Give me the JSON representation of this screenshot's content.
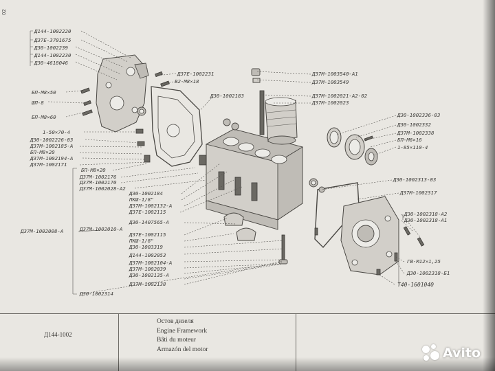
{
  "sheet_code": "Д144-1002",
  "side_mark": "02",
  "titles": {
    "ru": "Остов дизеля",
    "en": "Engine Framework",
    "fr": "Bâti du moteur",
    "es": "Armazón del motor"
  },
  "labels": [
    "Д144-1002220",
    "Д37Е-3701675",
    "Д30-1002239",
    "Д144-1002230",
    "Д30-4618046",
    "Д37Е-1002231",
    "В2-М8×18",
    "Д30-1002183",
    "Д37М-1003540-А1",
    "Д37М-1003549",
    "Д37М-1002021-А2-02",
    "Д37М-1002023",
    "БП-М8×50",
    "ШП-8",
    "БП-М8×60",
    "1-50×70-4",
    "Д30-1002226-03",
    "Д37М-1002185-А",
    "БП-М8×20",
    "Д37М-1002194-А",
    "Д37М-1002171",
    "БП-М8×20",
    "Д37М-1002176",
    "Д37М-1002170",
    "Д37М-1002028-А2",
    "Д30-1002336-03",
    "Д30-1002332",
    "Д37М-1002338",
    "БП-М6×16",
    "1-85×110-4",
    "Д30-1002313-03",
    "Д37М-1002317",
    "Д30-1002184",
    "ПКШ-1/8\"",
    "Д37М-1002132-А",
    "Д37Е-1002115",
    "Д30-1407565-А",
    "Д37Е-1002115",
    "ПКШ-1/8\"",
    "Д30-1003319",
    "Д144-1002053",
    "Д37М-1002104-А",
    "Д37М-1002039",
    "Д30-1002135-А",
    "Д37М-1002138",
    "Д37М-1002008-А",
    "Д37М-1002010-А",
    "Д30-1002314",
    "Д30-1002318-А2",
    "Д30-1002318-А1",
    "ГВ-М12×1,25",
    "Д30-1002318-Б1",
    "Т40-1601040"
  ],
  "watermark": {
    "brand": "Avito",
    "dot_colors": [
      "#ffffff",
      "#ffffff",
      "#ffffff",
      "#ffffff"
    ]
  }
}
